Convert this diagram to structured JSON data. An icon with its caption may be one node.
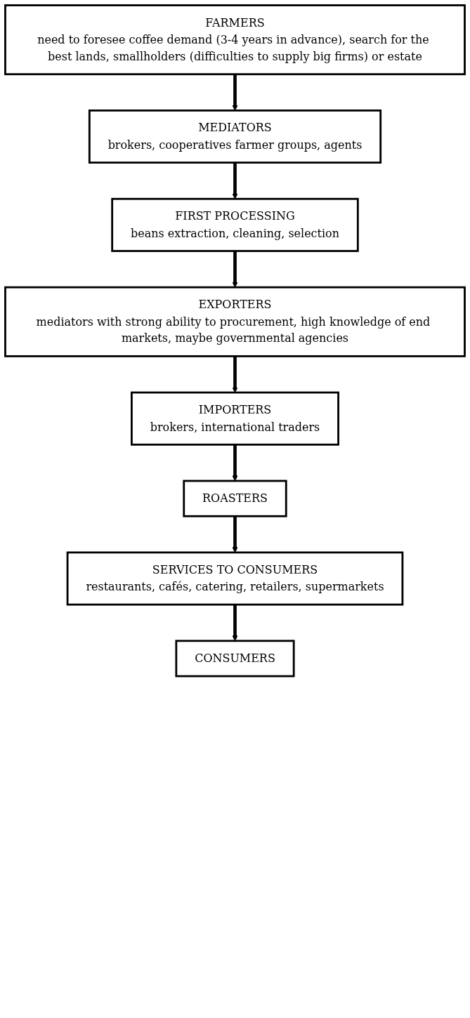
{
  "diagram": {
    "nodes": [
      {
        "text": [
          "FARMERS",
          "need to foresee coffee demand (3-4 years in advance), search for the best lands, smallholders (difficulties to supply big firms) or estate"
        ]
      },
      {
        "text": [
          "MEDIATORS",
          "brokers, cooperatives farmer groups, agents"
        ]
      },
      {
        "text": [
          "FIRST PROCESSING",
          "beans extraction, cleaning, selection"
        ]
      },
      {
        "text": [
          "EXPORTERS",
          "mediators with strong ability to procurement, high knowledge of end markets, maybe governmental agencies"
        ]
      },
      {
        "text": [
          "IMPORTERS",
          "brokers, international traders"
        ]
      },
      {
        "text": [
          "ROASTERS"
        ]
      },
      {
        "text": [
          "SERVICES TO CONSUMERS",
          "restaurants, cafés, catering, retailers, supermarkets"
        ]
      },
      {
        "text": [
          "CONSUMERS"
        ]
      }
    ],
    "edges": [
      {
        "from": 0,
        "to": 1,
        "arrow": "to"
      },
      {
        "from": 1,
        "to": 2,
        "arrow": "to"
      },
      {
        "from": 2,
        "to": 3,
        "arrow": "to"
      },
      {
        "from": 3,
        "to": 4,
        "arrow": "to"
      },
      {
        "from": 4,
        "to": 5,
        "arrow": "to"
      },
      {
        "from": 5,
        "to": 6,
        "arrow": "to"
      },
      {
        "from": 6,
        "to": 7,
        "arrow": "to"
      }
    ]
  }
}
